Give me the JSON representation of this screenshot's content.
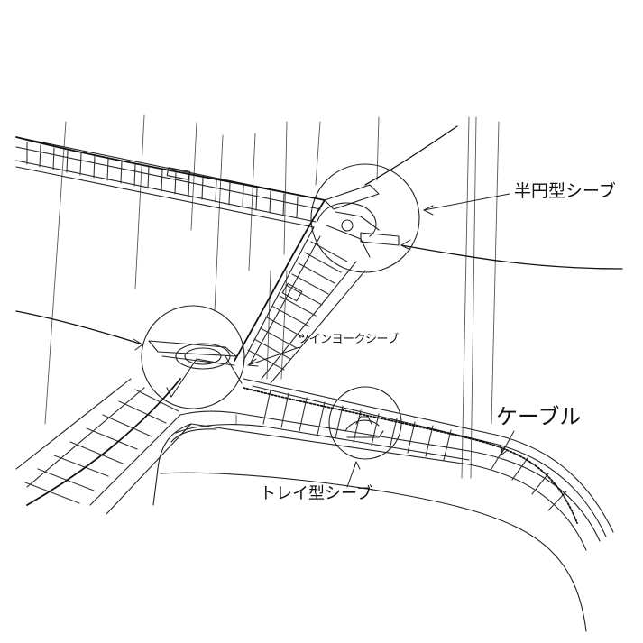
{
  "labels": {
    "semicircle_sheave": "半円型シーブ",
    "twin_yoke_sheave": "ツインヨークシーブ",
    "cable": "ケーブル",
    "tray_sheave": "トレイ型シーブ"
  },
  "colors": {
    "ink": "#111111",
    "paper": "#ffffff"
  }
}
